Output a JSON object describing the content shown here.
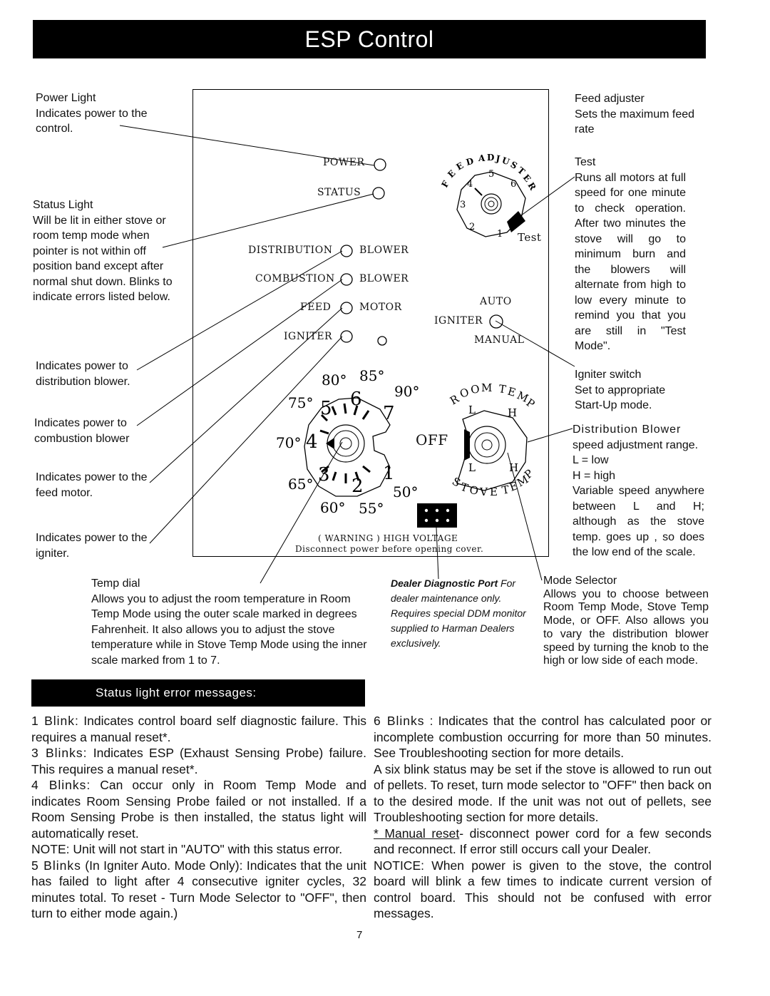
{
  "title": "ESP Control",
  "left_labels": {
    "power_light": {
      "head": "Power Light",
      "body": "Indicates power to the control."
    },
    "status_light": {
      "head": "Status Light",
      "body": "Will be lit in either stove or room temp mode when pointer is not within off position band except after normal shut down. Blinks to indicate errors listed below."
    },
    "distribution": "Indicates power to distribution blower.",
    "combustion": "Indicates power to combustion blower",
    "feed_motor": "Indicates power to the feed motor.",
    "igniter": "Indicates power to the igniter."
  },
  "right_labels": {
    "feed_adjuster": {
      "head": "Feed adjuster",
      "body": "Sets the maximum feed rate"
    },
    "test": {
      "head": "Test",
      "body": "Runs all motors at full speed for one minute to check operation. After two minutes the stove will go to minimum burn and the blowers will alternate from high to low every minute to remind you that you are still in \"Test Mode\"."
    },
    "igniter_switch": {
      "head": "Igniter switch",
      "body": "Set to appropriate Start-Up mode."
    },
    "distribution_blower": {
      "head": "Distribution Blower",
      "body": "speed adjustment range.",
      "low": "L = low",
      "high": "H = high",
      "tail": "Variable speed anywhere between L and H; although as the stove temp. goes up , so does the low end of the scale."
    }
  },
  "panel": {
    "power": "POWER",
    "status": "STATUS",
    "distribution": "DISTRIBUTION",
    "combustion": "COMBUSTION",
    "feed": "FEED",
    "igniter": "IGNITER",
    "blower1": "BLOWER",
    "blower2": "BLOWER",
    "motor": "MOTOR",
    "feed_adjuster_arc": "FEED ADJUSTER",
    "feed_numbers": [
      "1",
      "2",
      "3",
      "4",
      "5",
      "6"
    ],
    "test": "Test",
    "auto": "AUTO",
    "igniter_switch": "IGNITER",
    "manual": "MANUAL",
    "temps": [
      "80",
      "85",
      "90",
      "75",
      "70",
      "65",
      "60",
      "55",
      "50"
    ],
    "inner": [
      "6",
      "5",
      "7",
      "4",
      "3",
      "2",
      "1"
    ],
    "room_temp": "ROOM TEMP",
    "stove_temp": "STOVE TEMP",
    "off": "OFF",
    "L": "L",
    "H": "H",
    "warning": "( WARNING ) HIGH VOLTAGE",
    "disconnect": "Disconnect power before opening cover."
  },
  "bottom_labels": {
    "temp_dial": {
      "head": "Temp dial",
      "body": "Allows you to adjust the room temperature in Room Temp Mode using the outer scale marked in degrees Fahrenheit. It also allows you to adjust the stove temperature while in Stove Temp Mode using the inner scale marked from 1 to 7."
    },
    "dealer": {
      "head": "Dealer Diagnostic Port",
      "body": "For dealer maintenance only. Requires special DDM monitor supplied to Harman Dealers exclusively."
    },
    "mode_selector": {
      "head": "Mode Selector",
      "body": "Allows you to choose between Room Temp Mode, Stove Temp Mode, or OFF. Also allows you to vary the distribution blower speed by turning the knob to the high or low side of each mode."
    }
  },
  "errors": {
    "heading": "Status light error messages:",
    "left": [
      {
        "lead": "1 Blink:",
        "text": " Indicates control board self diagnostic failure. This requires a manual reset*."
      },
      {
        "lead": "3 Blinks:",
        "text": " Indicates ESP (Exhaust Sensing Probe) failure. This requires a manual reset*."
      },
      {
        "lead": "4 Blinks:",
        "text": " Can occur only in Room Temp Mode and indicates Room Sensing Probe failed or not installed. If a Room Sensing Probe is then installed, the status light will automatically reset."
      },
      {
        "lead": "",
        "text": "NOTE: Unit will not start in \"AUTO\" with this status error."
      },
      {
        "lead": "5 Blinks",
        "text": " (In Igniter Auto. Mode Only): Indicates that the unit has failed to light after 4 consecutive igniter cycles, 32 minutes total. To reset - Turn Mode Selector to \"OFF\", then turn to either mode again.)"
      }
    ],
    "right": [
      {
        "lead": "6 Blinks",
        "text": " : Indicates that the control has calculated poor or incomplete combustion occurring for more than 50 minutes. See Troubleshooting section for more details."
      },
      {
        "lead": "",
        "text": "A six blink status may be set if the stove is allowed to run out of pellets. To reset, turn mode selector to \"OFF\" then back on to the desired mode. If the unit was not out of pellets, see Troubleshooting section for more details."
      },
      {
        "lead": "* Manual reset",
        "text": "- disconnect power cord for a few seconds and reconnect. If error still occurs call your Dealer."
      },
      {
        "lead": "",
        "text": "NOTICE: When power is given to the stove, the control board will blink a few times to indicate current version of control board. This should not be confused with error messages."
      }
    ]
  },
  "page_number": "7"
}
